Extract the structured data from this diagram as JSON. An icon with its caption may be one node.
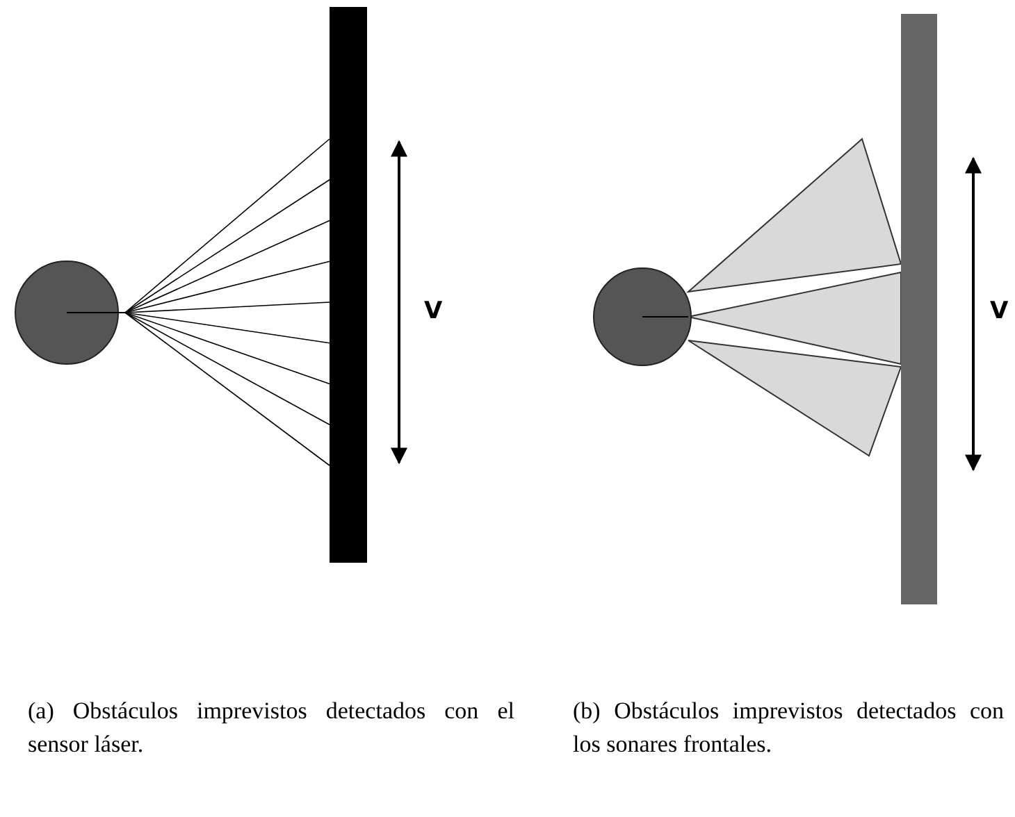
{
  "diagram": {
    "labels": [
      "V",
      "V",
      "(a) Obstáculos imprevistos detectados con el sensor láser.",
      "(b) Obstáculos imprevistos detectados con los sonares frontales."
    ]
  }
}
